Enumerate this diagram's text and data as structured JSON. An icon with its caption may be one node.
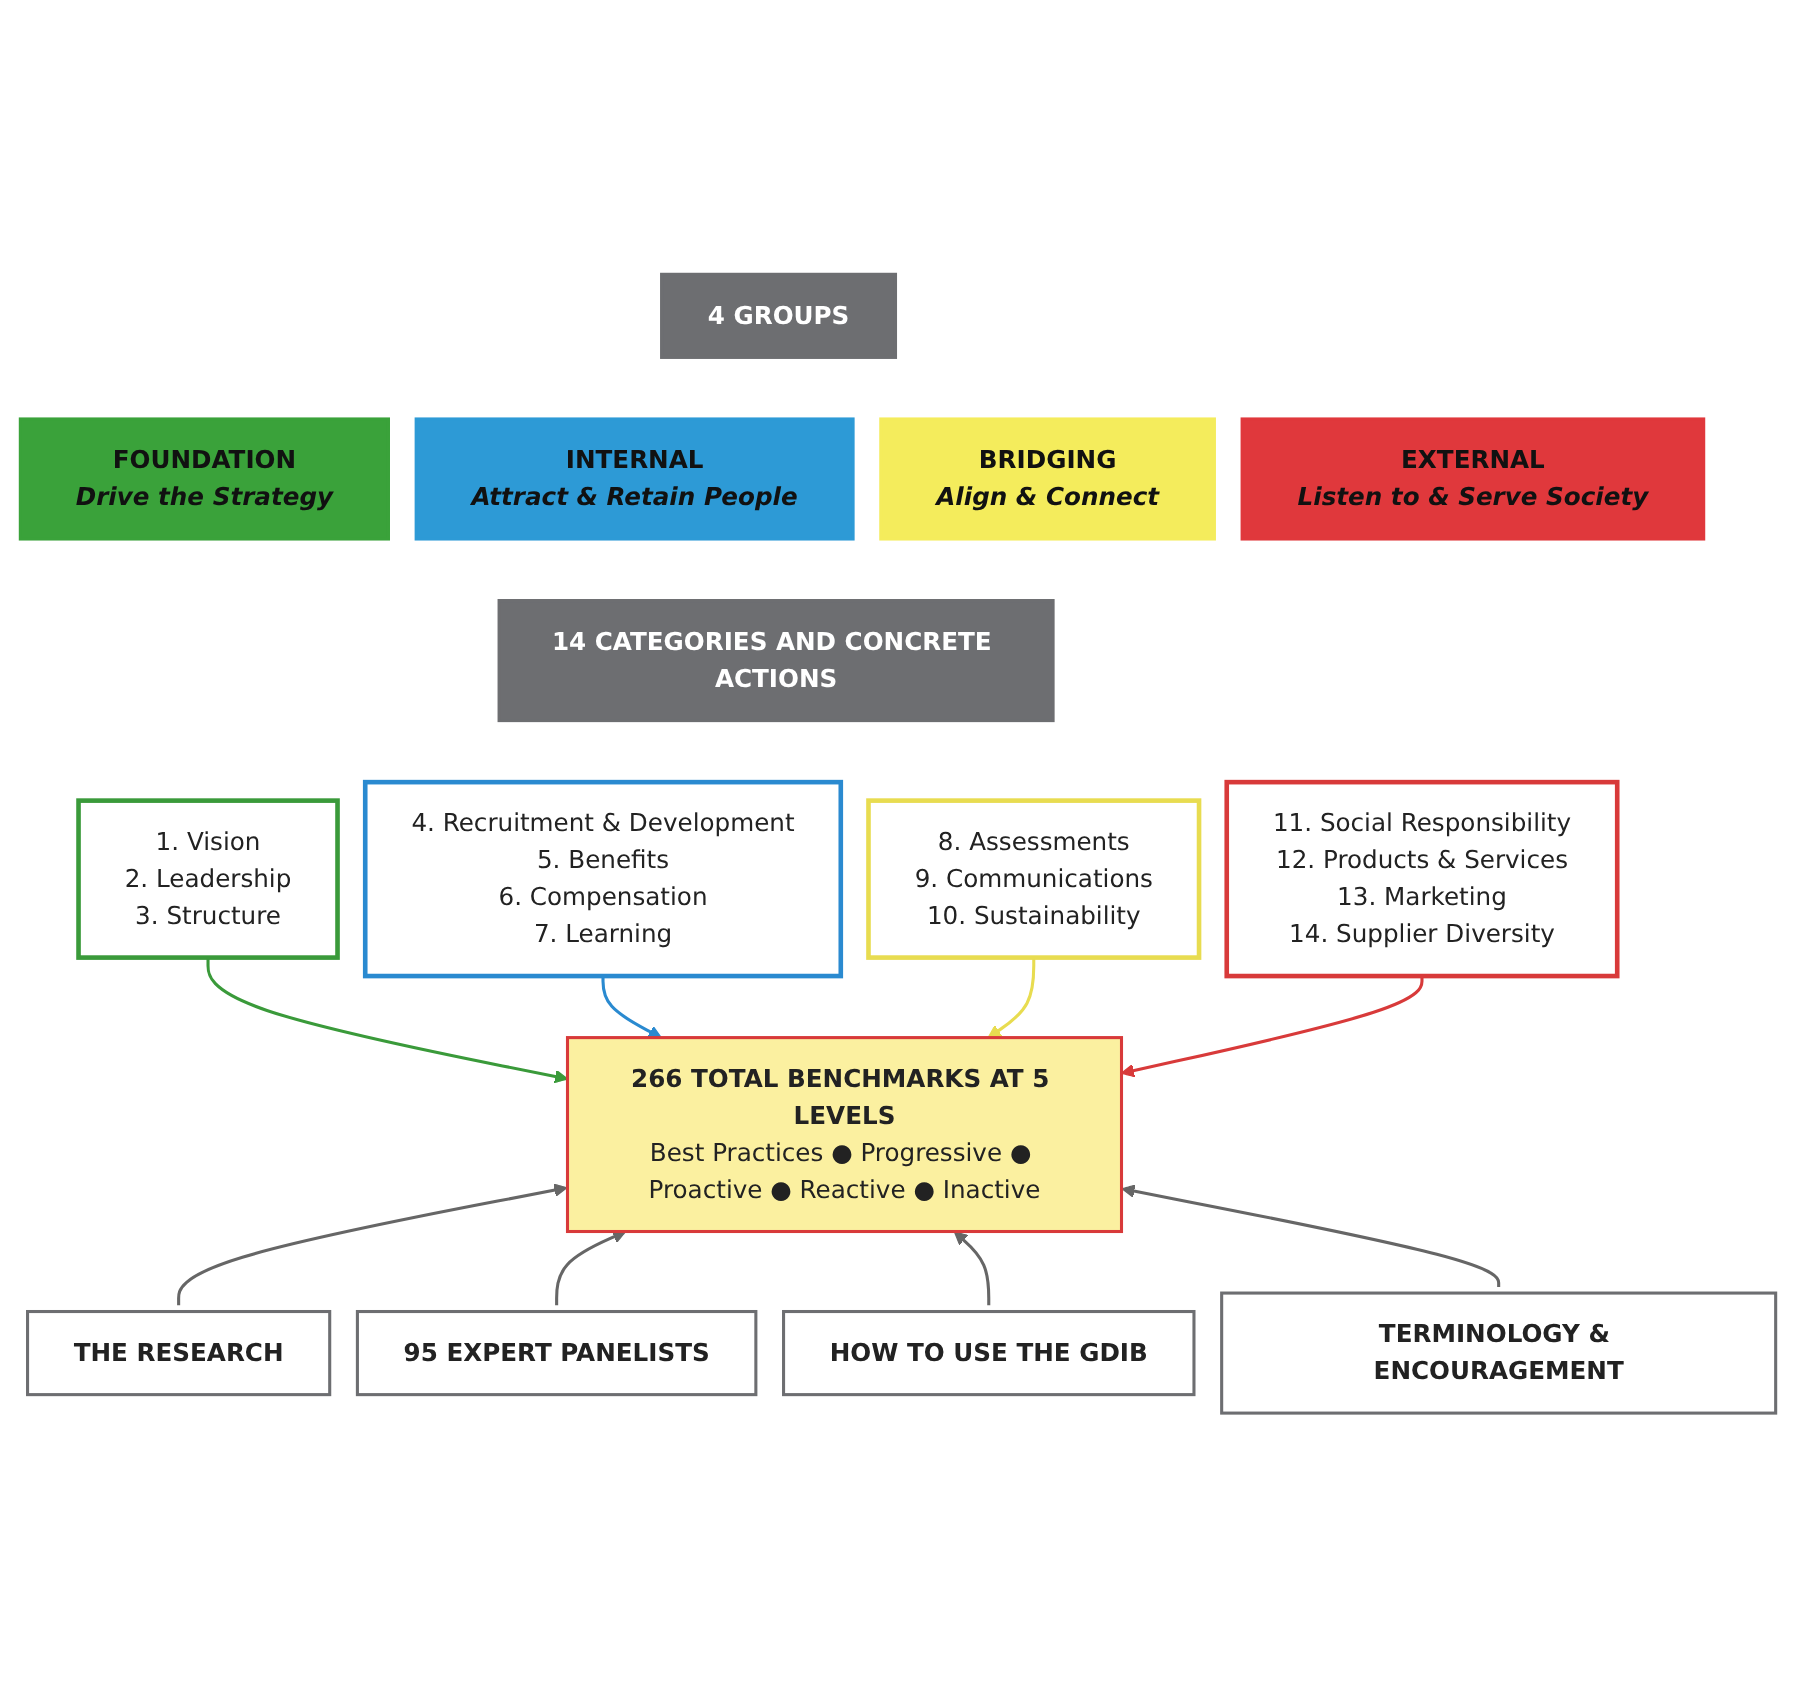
{
  "diagram": {
    "nodes": [
      {
        "text": [
          "4 GROUPS"
        ]
      },
      {
        "text": [
          "FOUNDATION",
          "Drive the Strategy"
        ]
      },
      {
        "text": [
          "INTERNAL",
          "Attract & Retain People"
        ]
      },
      {
        "text": [
          "BRIDGING",
          "Align & Connect"
        ]
      },
      {
        "text": [
          "EXTERNAL",
          "Listen to & Serve Society"
        ]
      },
      {
        "text": [
          "14 CATEGORIES AND CONCRETE ACTIONS"
        ]
      },
      {
        "text": [
          "1. Vision",
          "2. Leadership",
          "3. Structure"
        ]
      },
      {
        "text": [
          "4. Recruitment & Development",
          "5. Benefits",
          "6. Compensation",
          "7. Learning"
        ]
      },
      {
        "text": [
          "8. Assessments",
          "9. Communications",
          "10. Sustainability"
        ]
      },
      {
        "text": [
          "11. Social Responsibility",
          "12. Products & Services",
          "13. Marketing",
          "14. Supplier Diversity"
        ]
      },
      {
        "text": [
          "266 TOTAL BENCHMARKS AT 5 LEVELS",
          "Best Practices ● Progressive ● Proactive ● Reactive ● Inactive"
        ]
      },
      {
        "text": [
          "THE RESEARCH"
        ]
      },
      {
        "text": [
          "95 EXPERT PANELISTS"
        ]
      },
      {
        "text": [
          "HOW TO USE THE GDIB"
        ]
      },
      {
        "text": [
          "TERMINOLOGY & ENCOURAGEMENT"
        ]
      }
    ],
    "edges": [
      {
        "from": 6,
        "to": 10,
        "arrow": "to",
        "color": "#3a9a3a"
      },
      {
        "from": 7,
        "to": 10,
        "arrow": "to",
        "color": "#2a8ad0"
      },
      {
        "from": 8,
        "to": 10,
        "arrow": "to",
        "color": "#e8dc50"
      },
      {
        "from": 9,
        "to": 10,
        "arrow": "to",
        "color": "#d83a3a"
      },
      {
        "from": 11,
        "to": 10,
        "arrow": "to",
        "color": "#666666"
      },
      {
        "from": 12,
        "to": 10,
        "arrow": "to",
        "color": "#666666"
      },
      {
        "from": 13,
        "to": 10,
        "arrow": "to",
        "color": "#666666"
      },
      {
        "from": 14,
        "to": 10,
        "arrow": "to",
        "color": "#666666"
      }
    ]
  }
}
